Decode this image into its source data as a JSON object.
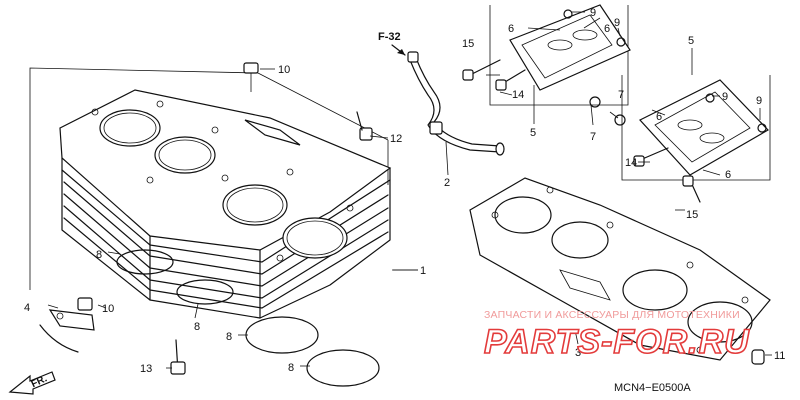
{
  "callouts": {
    "c1": "1",
    "c2": "2",
    "c3": "3",
    "c4": "4",
    "c5a": "5",
    "c5b": "5",
    "c6a": "6",
    "c6b": "6",
    "c6c": "6",
    "c6d": "6",
    "c7a": "7",
    "c7b": "7",
    "c8a": "8",
    "c8b": "8",
    "c8c": "8",
    "c8d": "8",
    "c9a": "9",
    "c9b": "9",
    "c9c": "9",
    "c9d": "9",
    "c10a": "10",
    "c10b": "10",
    "c11": "11",
    "c12": "12",
    "c13": "13",
    "c14a": "14",
    "c14b": "14",
    "c15a": "15",
    "c15b": "15"
  },
  "reference_label": "F-32",
  "front_label": "FR.",
  "diagram_code": "MCN4−E0500A",
  "watermark": {
    "top_text": "ЗАПЧАСТИ И АКСЕССУАРЫ ДЛЯ МОТОТЕХНИКИ",
    "main_text": "PARTS-FOR.RU"
  },
  "colors": {
    "watermark": "#e33b3b",
    "lines": "#111111",
    "background": "#ffffff"
  }
}
